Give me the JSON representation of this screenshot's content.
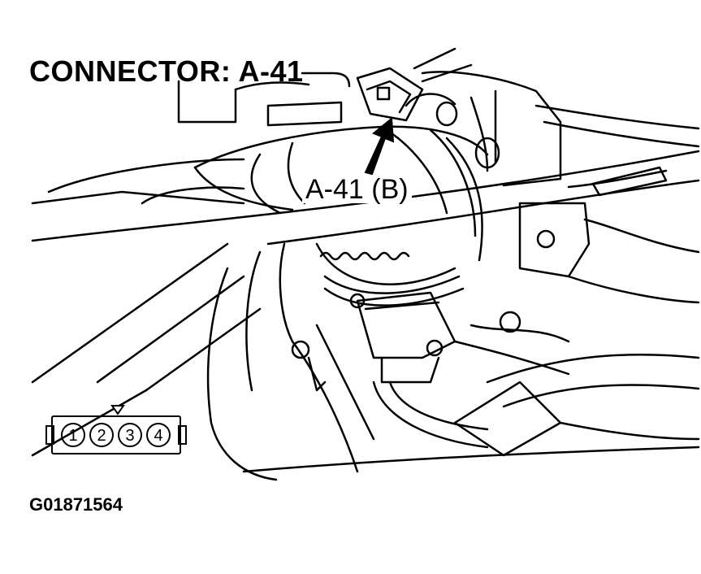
{
  "title": "CONNECTOR: A-41",
  "callout_label": "A-41 (B)",
  "figure_id": "G01871564",
  "connector_pins": [
    "1",
    "2",
    "3",
    "4"
  ],
  "colors": {
    "line": "#000000",
    "background": "#ffffff"
  }
}
